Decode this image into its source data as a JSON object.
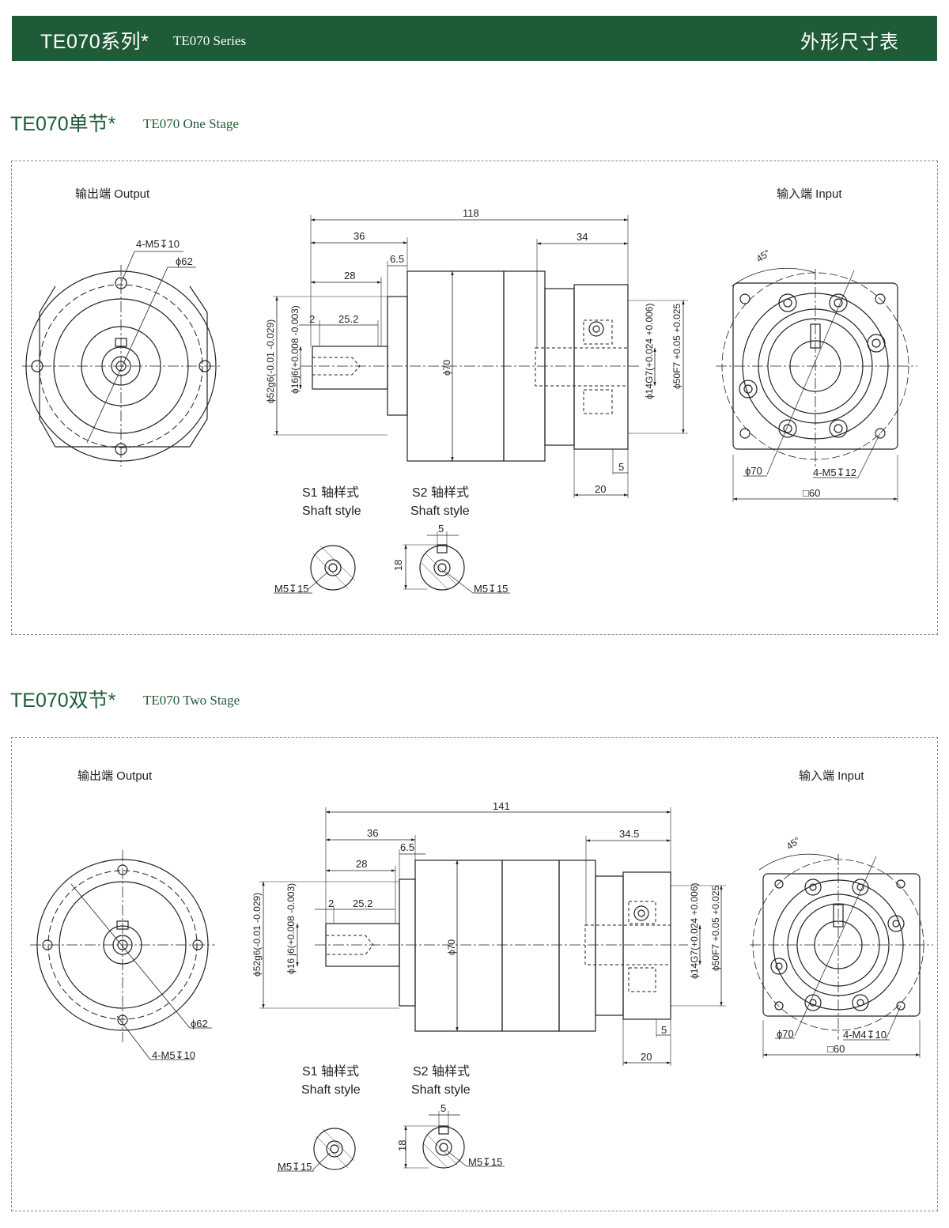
{
  "header": {
    "series_cn": "TE070系列*",
    "series_en": "TE070 Series",
    "table_title": "外形尺寸表"
  },
  "colors": {
    "brand_green": "#1f5b36",
    "line": "#222222",
    "dash": "#8a8a8a"
  },
  "one_stage": {
    "title_cn": "TE070单节*",
    "title_en": "TE070 One Stage",
    "output_label": "输出端  Output",
    "input_label": "输入端  Input",
    "output_view": {
      "holes": "4-M5↧10",
      "pcd": "ϕ62"
    },
    "side_view": {
      "overall": "118",
      "d36": "36",
      "d6_5": "6.5",
      "d28": "28",
      "d2": "2",
      "d25_2": "25.2",
      "d34": "34",
      "d5": "5",
      "d20": "20",
      "dia52": "ϕ52g6(-0.01 -0.029)",
      "dia16": "ϕ16j6(+0.008 -0.003)",
      "dia70": "ϕ70",
      "dia14": "ϕ14G7(+0.024 +0.006)",
      "dia50": "ϕ50F7 +0.05 +0.025"
    },
    "input_view": {
      "angle": "45°",
      "pcd": "ϕ70",
      "holes": "4-M5↧12",
      "square": "□60"
    },
    "shaft_s1": {
      "label_cn": "S1 轴样式",
      "label_en": "Shaft style",
      "thread": "M5↧15"
    },
    "shaft_s2": {
      "label_cn": "S2 轴样式",
      "label_en": "Shaft style",
      "key": "5",
      "height": "18",
      "thread": "M5↧15"
    }
  },
  "two_stage": {
    "title_cn": "TE070双节*",
    "title_en": "TE070 Two Stage",
    "output_label": "输出端  Output",
    "input_label": "输入端  Input",
    "output_view": {
      "holes": "4-M5↧10",
      "pcd": "ϕ62"
    },
    "side_view": {
      "overall": "141",
      "d36": "36",
      "d6_5": "6.5",
      "d28": "28",
      "d2": "2",
      "d25_2": "25.2",
      "d34_5": "34.5",
      "d5": "5",
      "d20": "20",
      "dia52": "ϕ52g6(-0.01 -0.029)",
      "dia16": "ϕ16 j6(+0.008 -0.003)",
      "dia70": "ϕ70",
      "dia14": "ϕ14G7(+0.024 +0.006)",
      "dia50": "ϕ50F7 +0.05 +0.025"
    },
    "input_view": {
      "angle": "45°",
      "pcd": "ϕ70",
      "holes": "4-M4↧10",
      "square": "□60"
    },
    "shaft_s1": {
      "label_cn": "S1 轴样式",
      "label_en": "Shaft style",
      "thread": "M5↧15"
    },
    "shaft_s2": {
      "label_cn": "S2 轴样式",
      "label_en": "Shaft style",
      "key": "5",
      "height": "18",
      "thread": "M5↧15"
    }
  }
}
